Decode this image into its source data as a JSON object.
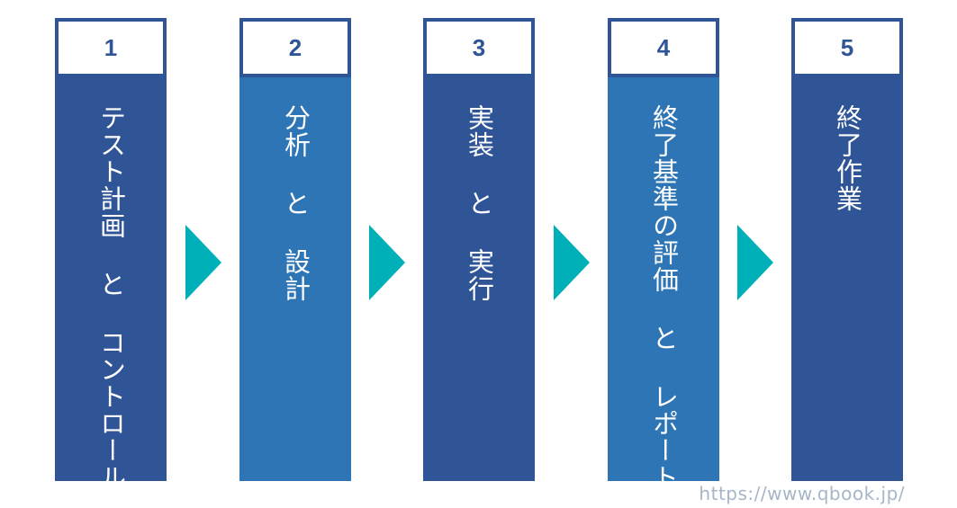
{
  "colors": {
    "dark_blue": "#2f5597",
    "mid_blue": "#2e75b6",
    "arrow_teal": "#00b0b9",
    "watermark": "#a6b6c9"
  },
  "steps": [
    {
      "number": "1",
      "label": "テスト計画 と コントロール",
      "color": "#2f5597"
    },
    {
      "number": "2",
      "label": "分析 と 設計",
      "color": "#2e75b6"
    },
    {
      "number": "3",
      "label": "実装 と 実行",
      "color": "#2f5597"
    },
    {
      "number": "4",
      "label": "終了基準の評価 と レポート",
      "color": "#2e75b6"
    },
    {
      "number": "5",
      "label": "終了作業",
      "color": "#2f5597"
    }
  ],
  "arrow_icon": "chevron-right-icon",
  "watermark": "https://www.qbook.jp/"
}
